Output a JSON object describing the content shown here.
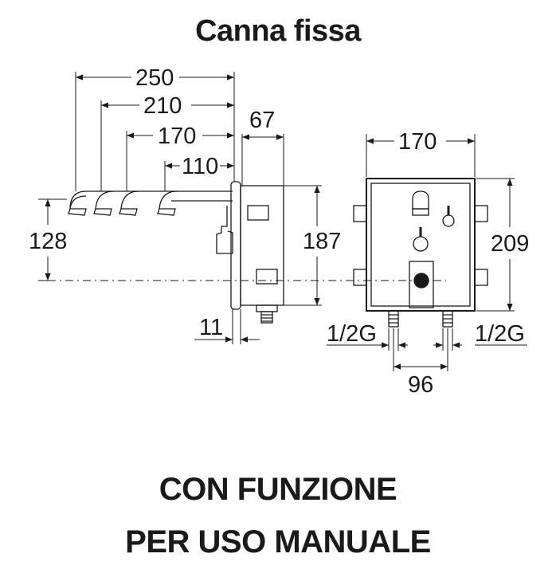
{
  "title": "Canna fissa",
  "caption_line1": "CON FUNZIONE",
  "caption_line2": "PER USO MANUALE",
  "dimensions": {
    "spout_250": "250",
    "spout_210": "210",
    "spout_170": "170",
    "spout_110": "110",
    "box_depth": "67",
    "height_128": "128",
    "height_187": "187",
    "flange_11": "11",
    "front_width": "170",
    "front_height": "209",
    "thread_left": "1/2G",
    "thread_right": "1/2G",
    "inlet_spacing": "96"
  },
  "colors": {
    "line": "#1a1a1a",
    "background": "#ffffff"
  }
}
